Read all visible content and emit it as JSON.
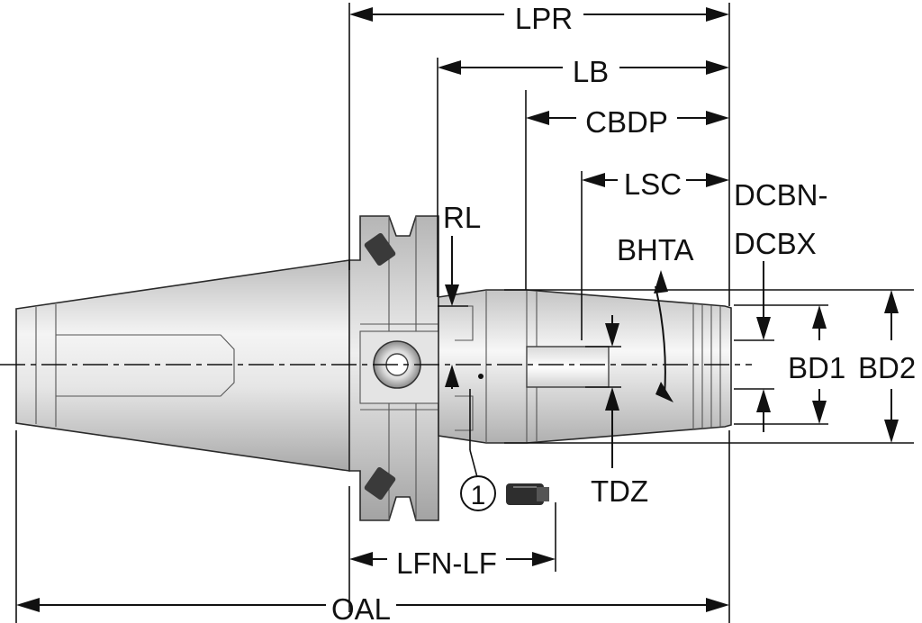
{
  "labels": {
    "lpr": "LPR",
    "lb": "LB",
    "cbdp": "CBDP",
    "lsc": "LSC",
    "dcbn": "DCBN-",
    "dcbx": "DCBX",
    "rl": "RL",
    "bhta": "BHTA",
    "bd1": "BD1",
    "bd2": "BD2",
    "tdz": "TDZ",
    "callout": "1",
    "lfn_lf": "LFN-LF",
    "oal": "OAL"
  },
  "colors": {
    "line": "#111111",
    "body_light": "#f2f2f2",
    "body_mid": "#cfcfcf",
    "body_dark": "#8f8f8f",
    "screw": "#3a3a3a"
  }
}
